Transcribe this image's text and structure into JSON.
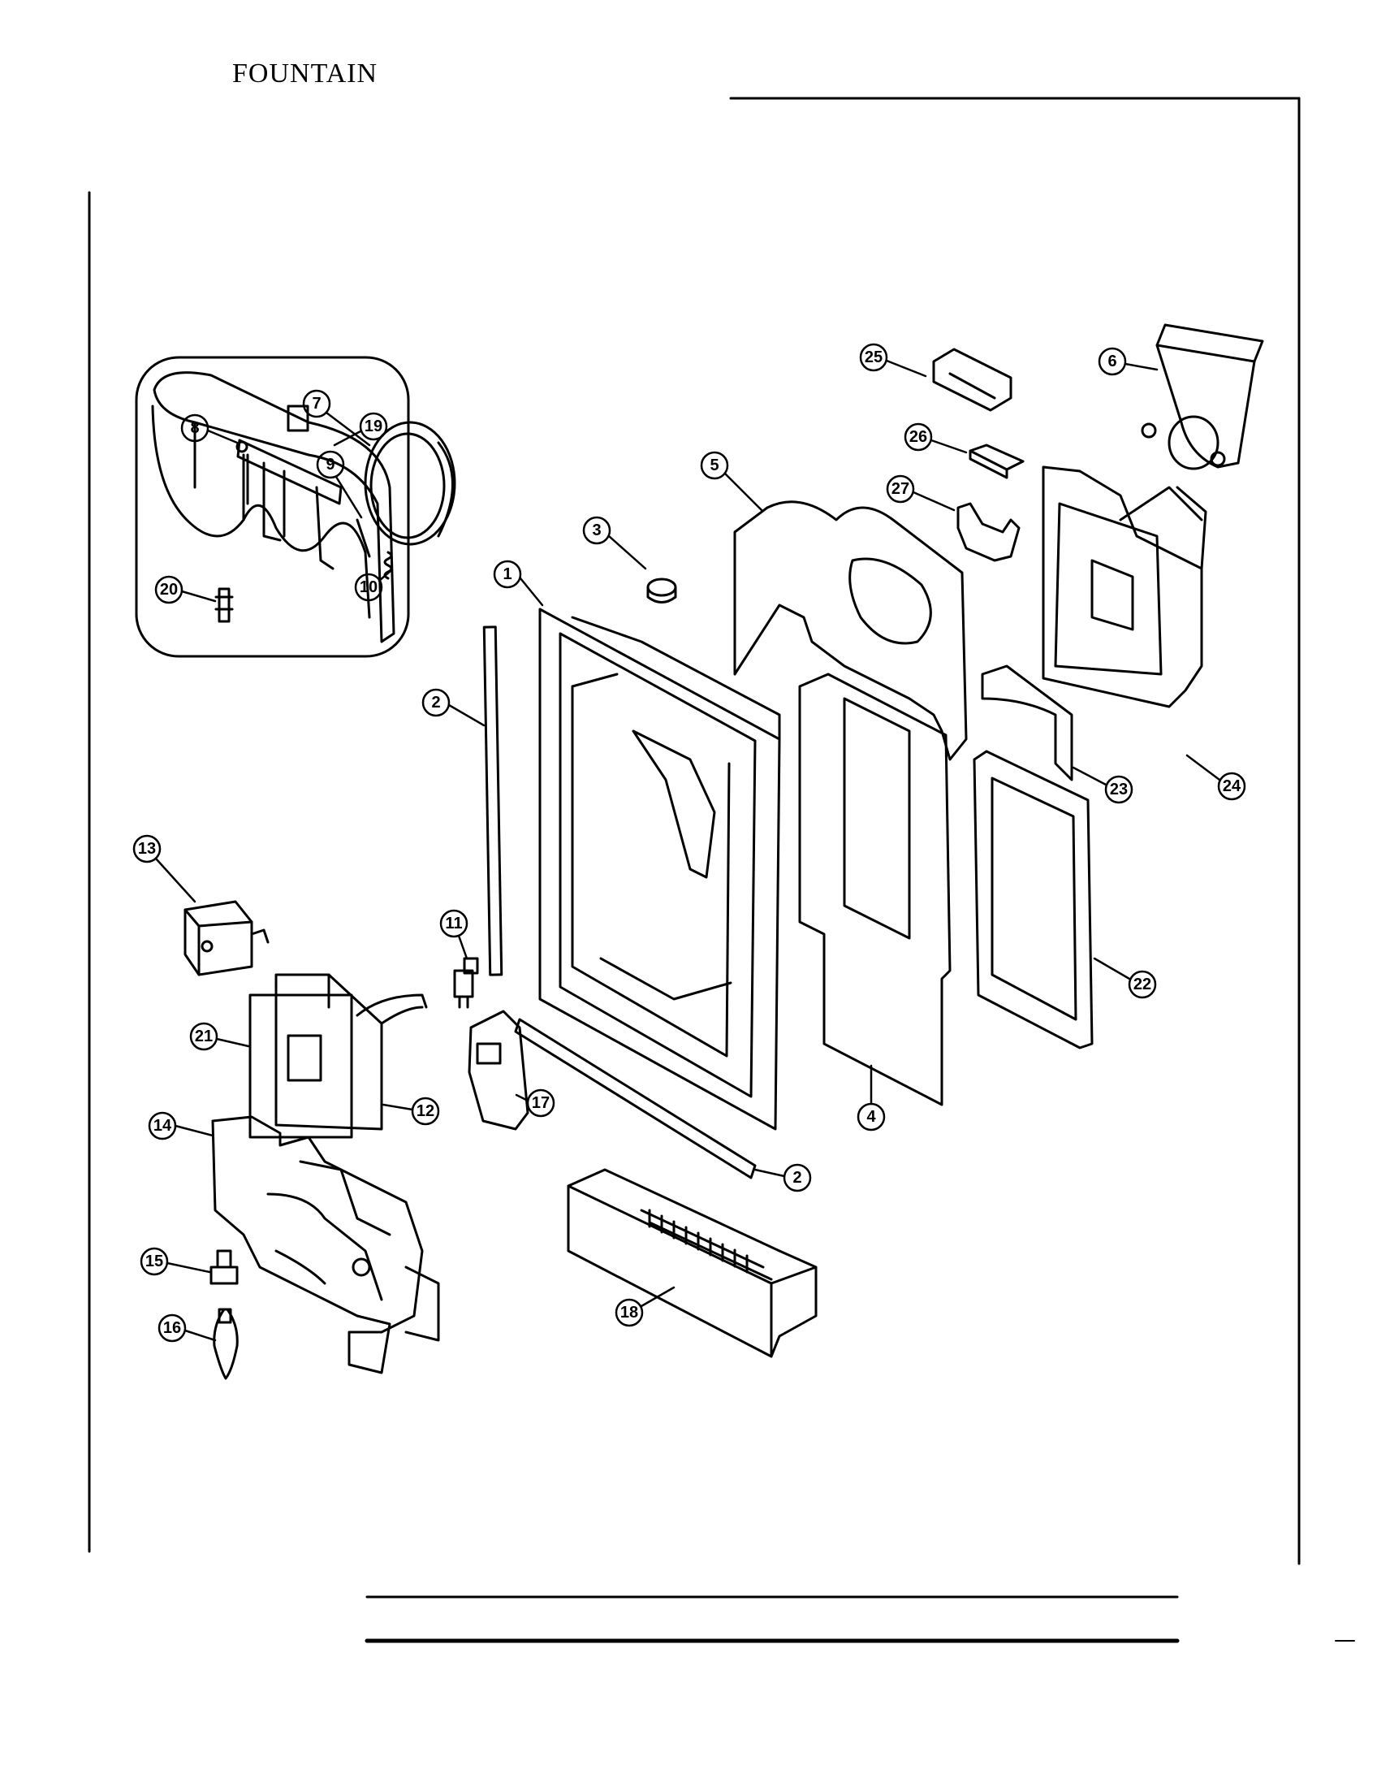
{
  "page": {
    "title": "FOUNTAIN"
  },
  "callouts": [
    "1",
    "2",
    "2",
    "3",
    "4",
    "5",
    "6",
    "7",
    "8",
    "9",
    "10",
    "11",
    "12",
    "13",
    "14",
    "15",
    "16",
    "17",
    "18",
    "19",
    "20",
    "21",
    "22",
    "23",
    "24",
    "25",
    "26",
    "27"
  ],
  "colors": {
    "ink": "#000000",
    "paper": "#ffffff"
  }
}
